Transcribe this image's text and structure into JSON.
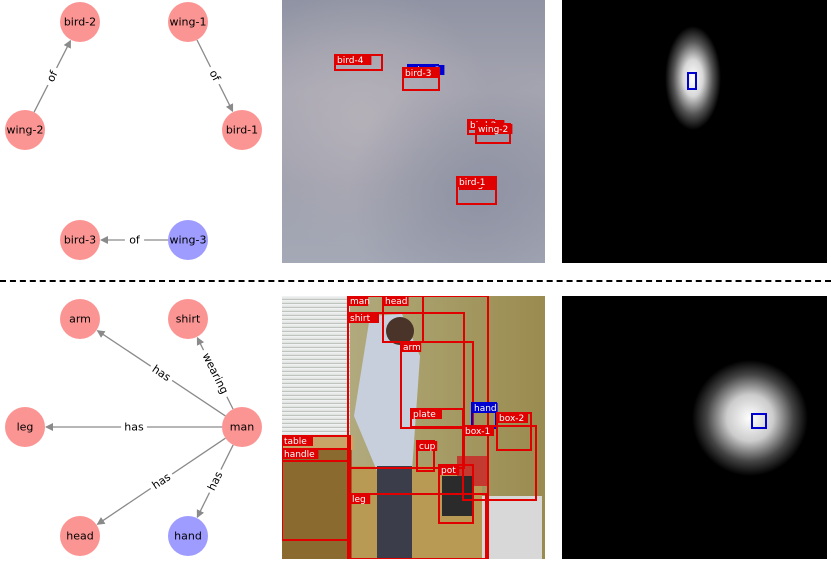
{
  "colors": {
    "node_red": "#fb9593",
    "node_blue": "#9e9cff",
    "edge": "#8a8a8a",
    "box_red": "#e00000",
    "box_blue": "#0000d0"
  },
  "top": {
    "graph": {
      "nodes": [
        {
          "id": "bird-2",
          "label": "bird-2",
          "color": "red"
        },
        {
          "id": "wing-1",
          "label": "wing-1",
          "color": "red"
        },
        {
          "id": "wing-2",
          "label": "wing-2",
          "color": "red"
        },
        {
          "id": "bird-1",
          "label": "bird-1",
          "color": "red"
        },
        {
          "id": "bird-3",
          "label": "bird-3",
          "color": "red"
        },
        {
          "id": "wing-3",
          "label": "wing-3",
          "color": "blue"
        }
      ],
      "edges": [
        {
          "from": "wing-2",
          "to": "bird-2",
          "label": "of"
        },
        {
          "from": "wing-1",
          "to": "bird-1",
          "label": "of"
        },
        {
          "from": "wing-3",
          "to": "bird-3",
          "label": "of"
        }
      ]
    },
    "image_boxes": [
      {
        "label": "bird-4",
        "color": "red"
      },
      {
        "label": "wing-3",
        "color": "blue"
      },
      {
        "label": "bird-3",
        "color": "red"
      },
      {
        "label": "bird-2",
        "color": "red"
      },
      {
        "label": "wing-2",
        "color": "red"
      },
      {
        "label": "wing-1",
        "color": "red"
      },
      {
        "label": "bird-1",
        "color": "red"
      }
    ]
  },
  "bottom": {
    "graph": {
      "nodes": [
        {
          "id": "arm",
          "label": "arm",
          "color": "red"
        },
        {
          "id": "shirt",
          "label": "shirt",
          "color": "red"
        },
        {
          "id": "leg",
          "label": "leg",
          "color": "red"
        },
        {
          "id": "man",
          "label": "man",
          "color": "red"
        },
        {
          "id": "head",
          "label": "head",
          "color": "red"
        },
        {
          "id": "hand",
          "label": "hand",
          "color": "blue"
        }
      ],
      "edges": [
        {
          "from": "man",
          "to": "arm",
          "label": "has"
        },
        {
          "from": "man",
          "to": "shirt",
          "label": "wearing"
        },
        {
          "from": "man",
          "to": "leg",
          "label": "has"
        },
        {
          "from": "man",
          "to": "head",
          "label": "has"
        },
        {
          "from": "man",
          "to": "hand",
          "label": "has"
        }
      ]
    },
    "image_boxes": [
      {
        "label": "man",
        "color": "red"
      },
      {
        "label": "head",
        "color": "red"
      },
      {
        "label": "shirt",
        "color": "red"
      },
      {
        "label": "arm",
        "color": "red"
      },
      {
        "label": "plate",
        "color": "red"
      },
      {
        "label": "hand",
        "color": "blue"
      },
      {
        "label": "box-2",
        "color": "red"
      },
      {
        "label": "box-1",
        "color": "red"
      },
      {
        "label": "table",
        "color": "red"
      },
      {
        "label": "handle",
        "color": "red"
      },
      {
        "label": "cup",
        "color": "red"
      },
      {
        "label": "pot",
        "color": "red"
      },
      {
        "label": "leg",
        "color": "red"
      }
    ]
  }
}
